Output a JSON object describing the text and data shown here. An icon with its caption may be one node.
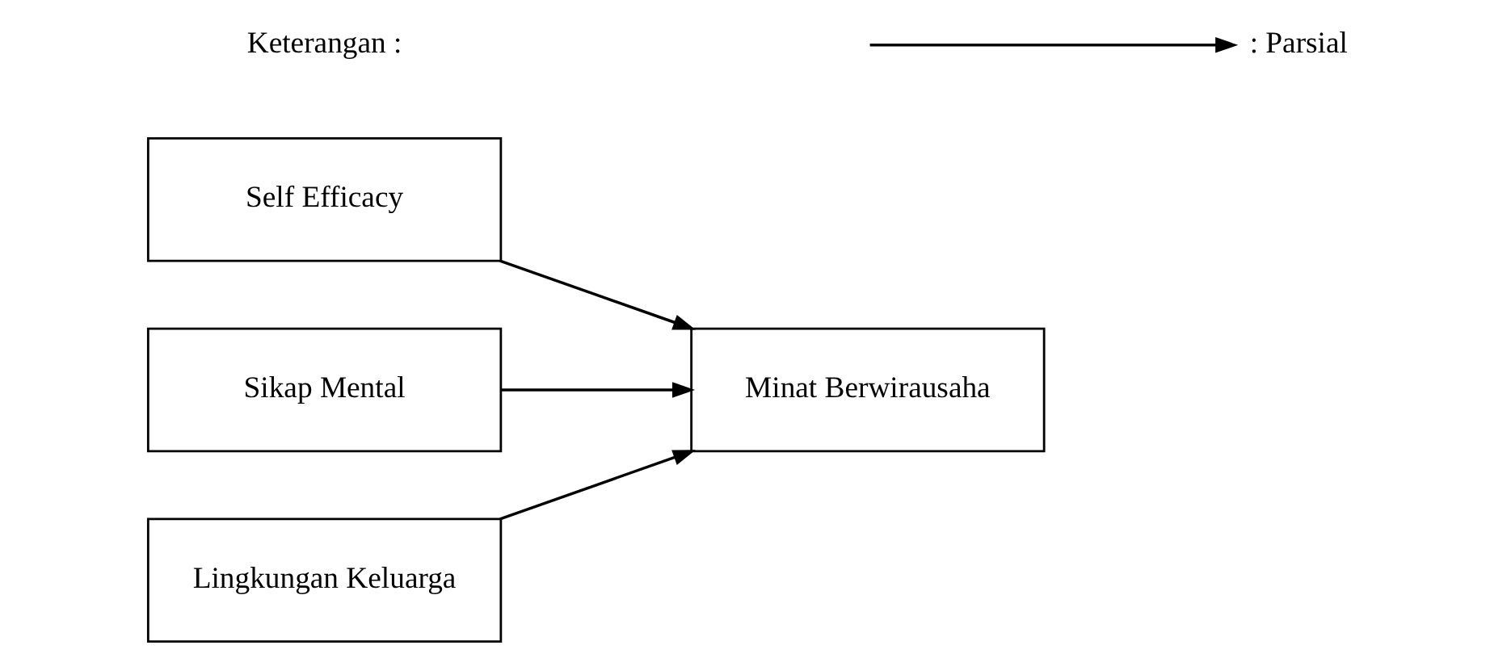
{
  "diagram": {
    "nodes": [
      {
        "text": [
          "Self Efficacy"
        ]
      },
      {
        "text": [
          "Sikap Mental"
        ]
      },
      {
        "text": [
          "Lingkungan Keluarga"
        ]
      },
      {
        "text": [
          "Minat Berwirausaha"
        ]
      }
    ],
    "edges": [
      {
        "from": 0,
        "to": 3,
        "arrow": "to"
      },
      {
        "from": 1,
        "to": 3,
        "arrow": "to"
      },
      {
        "from": 2,
        "to": 3,
        "arrow": "to"
      }
    ],
    "labels": [
      "Keterangan :"
    ],
    "legend": [
      {
        "text": ": Parsial"
      }
    ]
  }
}
